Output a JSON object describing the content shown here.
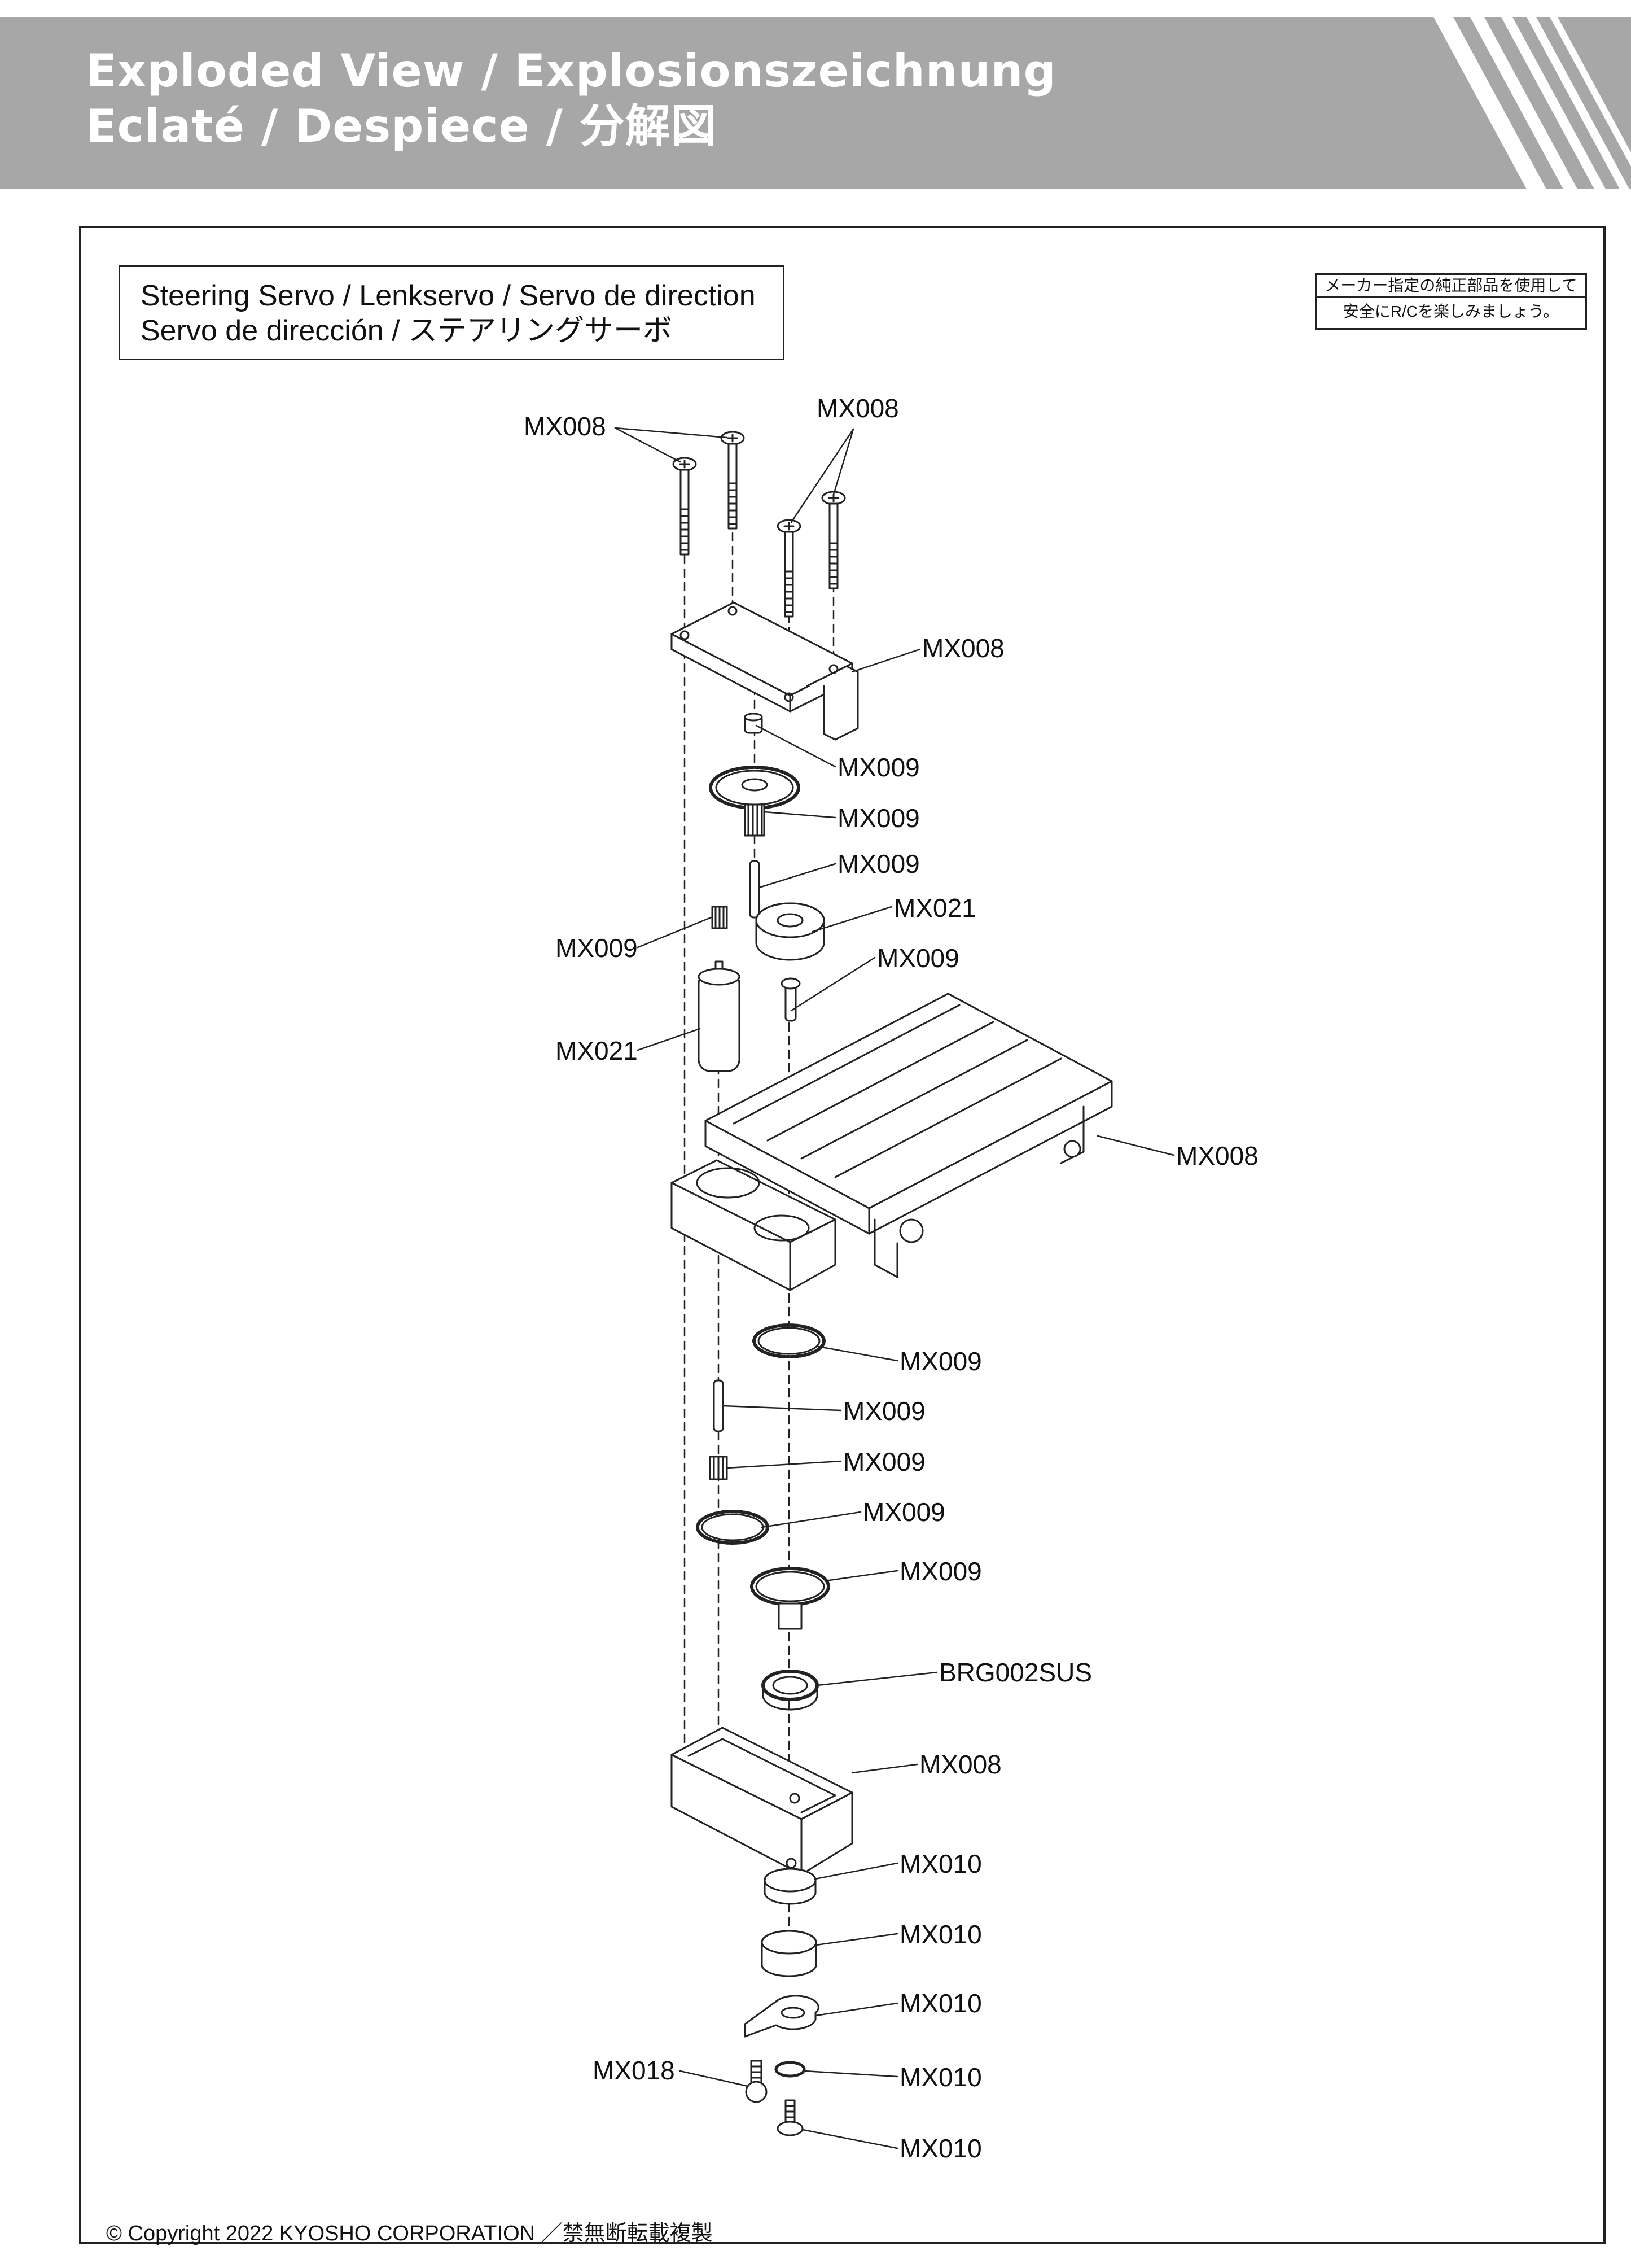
{
  "header": {
    "line1": "Exploded View  /  Explosionszeichnung",
    "line2": "Eclaté  /  Despiece  /  分解図"
  },
  "title_box": {
    "line1": "Steering Servo / Lenkservo / Servo de direction",
    "line2": "Servo de dirección  / ステアリングサーボ"
  },
  "notice": {
    "line1": "メーカー指定の純正部品を使用して",
    "line2": "安全にR/Cを楽しみましょう。"
  },
  "callouts": [
    "MX008",
    "MX008",
    "MX008",
    "MX009",
    "MX009",
    "MX009",
    "MX021",
    "MX009",
    "MX009",
    "MX021",
    "MX008",
    "MX009",
    "MX009",
    "MX009",
    "MX009",
    "MX009",
    "BRG002SUS",
    "MX008",
    "MX010",
    "MX010",
    "MX010",
    "MX018",
    "MX010",
    "MX010"
  ],
  "copyright": "© Copyright 2022 KYOSHO CORPORATION ／禁無断転載複製"
}
